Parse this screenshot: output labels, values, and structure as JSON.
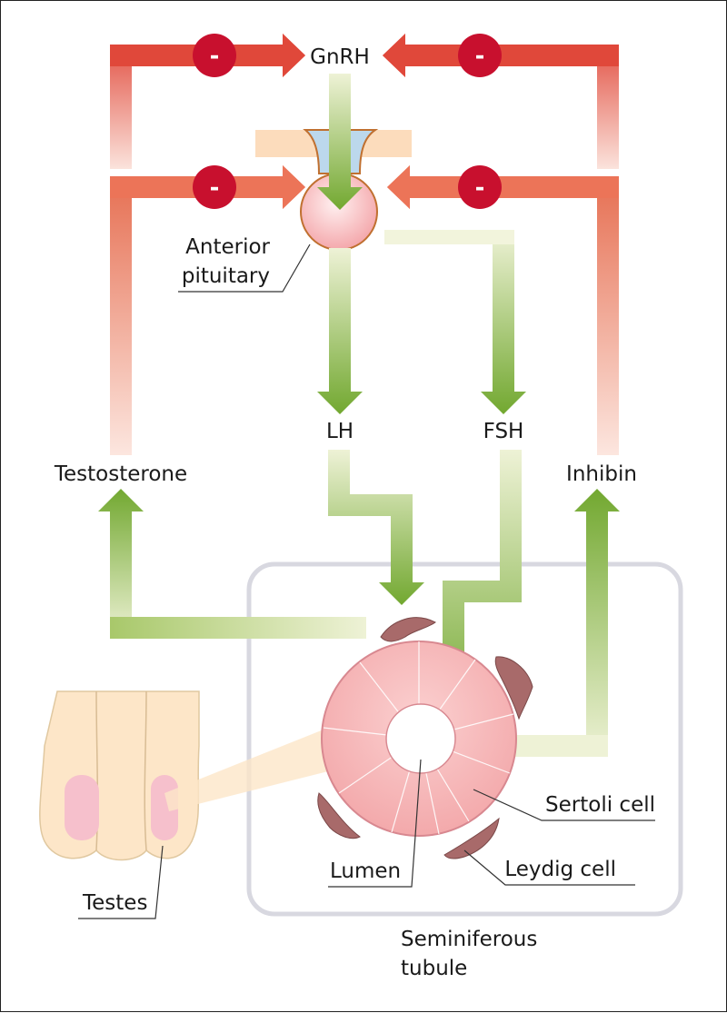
{
  "labels": {
    "gnrh": "GnRH",
    "anterior_pituitary_line1": "Anterior",
    "anterior_pituitary_line2": "pituitary",
    "lh": "LH",
    "fsh": "FSH",
    "testosterone": "Testosterone",
    "inhibin": "Inhibin",
    "sertoli_cell": "Sertoli cell",
    "lumen": "Lumen",
    "leydig_cell": "Leydig cell",
    "testes": "Testes",
    "seminiferous_line1": "Seminiferous",
    "seminiferous_line2": "tubule"
  },
  "inhibition_sign": "-",
  "colors": {
    "inhibit_arrow": "#e0483a",
    "inhibit_arrow_light": "#fbe3dc",
    "stimulate_arrow": "#72a830",
    "stimulate_arrow_light": "#eef2d6",
    "minus_circle": "#c8102e",
    "tubule": "#f7b9ba",
    "lumen": "#ffffff",
    "leydig": "#a86a6a",
    "pituitary": "#f9c8c8",
    "testes_skin": "#fde6c8",
    "testes_organ": "#f6c0cc"
  }
}
